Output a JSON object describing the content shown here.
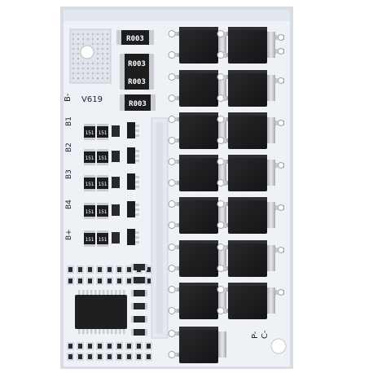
{
  "image": {
    "subject": "white BMS lithium battery protection circuit board",
    "colors": {
      "background": "#ffffff",
      "board": "#eef1f6",
      "board_edge": "#d7dce5",
      "mosfet_body": "#1c1c1e",
      "pad": "#c9ccd2",
      "silkscreen": "#1b1f2a"
    }
  },
  "resistors": {
    "r1": "R003",
    "r2": "R003",
    "r3": "R003",
    "r4": "R003"
  },
  "labels": {
    "b_minus": "B-",
    "version": "V619",
    "b1": "B1",
    "b2": "B2",
    "b3": "B3",
    "b4": "B4",
    "b_plus": "B+",
    "p_minus": "P-",
    "c_minus": "C-"
  },
  "smd_marks": [
    "151",
    "151",
    "151",
    "151",
    "151",
    "151",
    "151",
    "151",
    "151",
    "151"
  ]
}
